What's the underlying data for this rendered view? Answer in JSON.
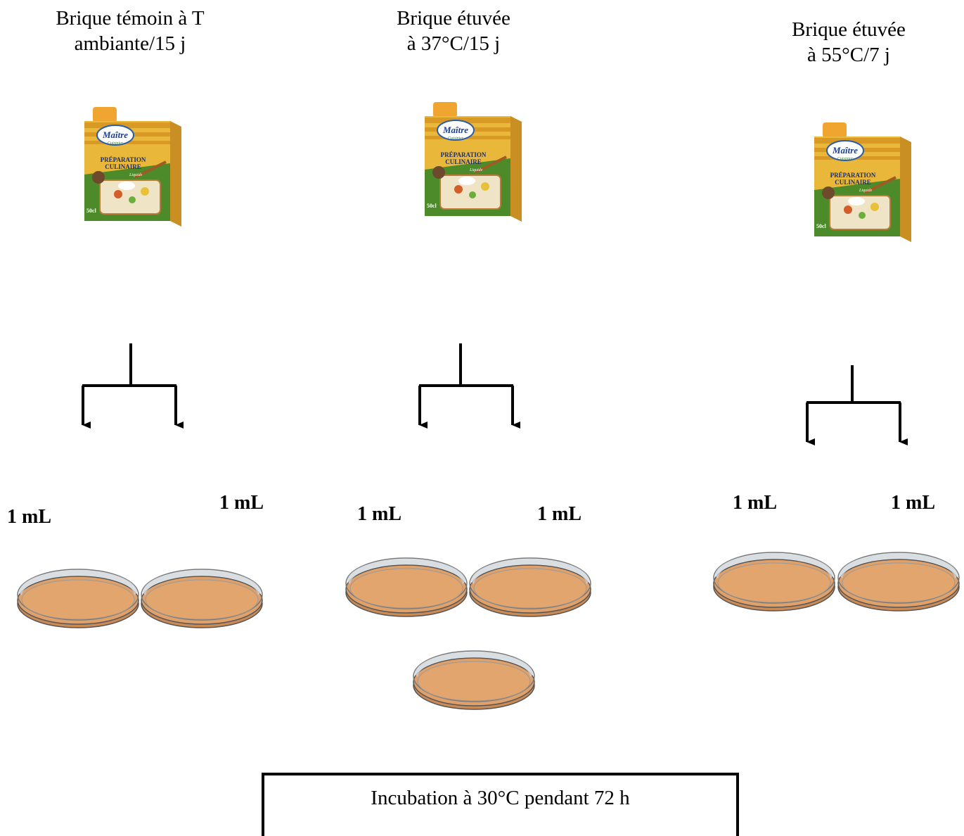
{
  "columns": [
    {
      "caption_line1": "Brique témoin à T",
      "caption_line2": "ambiante/15 j",
      "volume_left": "1 mL",
      "volume_right": "1 mL"
    },
    {
      "caption_line1": "Brique étuvée",
      "caption_line2": "à 37°C/15 j",
      "volume_left": "1 mL",
      "volume_right": "1 mL"
    },
    {
      "caption_line1": "Brique étuvée",
      "caption_line2": "à 55°C/7 j",
      "volume_left": "1 mL",
      "volume_right": "1 mL"
    }
  ],
  "carton": {
    "brand": "Maître",
    "brand_sub": "Cuisinier",
    "product_line1": "PRÉPARATION",
    "product_line2": "CULINAIRE",
    "badge": "Liquide",
    "volume": "50cl"
  },
  "incubation": {
    "label": "Incubation à 30°C pendant 72 h"
  },
  "colors": {
    "agar": "#e0a06a",
    "carton_yellow": "#e9b83a",
    "carton_green": "#4d8a2a",
    "cap_orange": "#f0a531"
  }
}
